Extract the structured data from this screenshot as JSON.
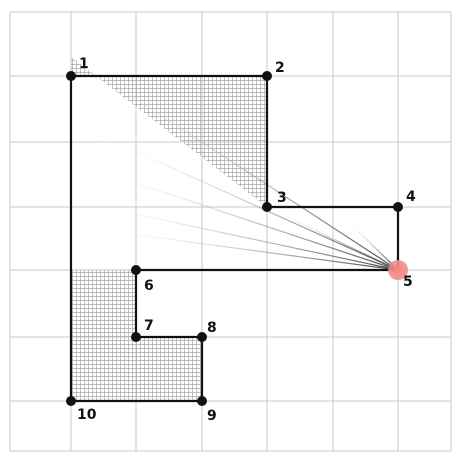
{
  "colors": {
    "background": "#ffffff",
    "grid_line": "#c8c8c8",
    "outline": "#111111",
    "vertex": "#111111",
    "hatch": "#a9a9a9",
    "viewpoint": "#f08a8a"
  },
  "grid": {
    "columns": 7,
    "rows": 7
  },
  "vertices": [
    {
      "id": 1,
      "label": "1",
      "col": 1,
      "row": 1
    },
    {
      "id": 2,
      "label": "2",
      "col": 4,
      "row": 1
    },
    {
      "id": 3,
      "label": "3",
      "col": 4,
      "row": 3
    },
    {
      "id": 4,
      "label": "4",
      "col": 6,
      "row": 3
    },
    {
      "id": 5,
      "label": "5",
      "col": 6,
      "row": 4
    },
    {
      "id": 6,
      "label": "6",
      "col": 2,
      "row": 4
    },
    {
      "id": 7,
      "label": "7",
      "col": 2,
      "row": 5
    },
    {
      "id": 8,
      "label": "8",
      "col": 3,
      "row": 5
    },
    {
      "id": 9,
      "label": "9",
      "col": 3,
      "row": 6
    },
    {
      "id": 10,
      "label": "10",
      "col": 1,
      "row": 6
    }
  ],
  "viewpoint_vertex": "5",
  "hatched_regions": [
    [
      [
        1,
        1
      ],
      [
        4,
        1
      ],
      [
        4,
        3
      ],
      [
        1,
        0.7
      ]
    ],
    [
      [
        1,
        4
      ],
      [
        2,
        4
      ],
      [
        2,
        5
      ],
      [
        3,
        5
      ],
      [
        3,
        6
      ],
      [
        1,
        6
      ]
    ]
  ],
  "sight_line_targets": [
    [
      1,
      0.7
    ],
    [
      1,
      1.7
    ],
    [
      1,
      2.3
    ],
    [
      1,
      2.9
    ],
    [
      1,
      3.3
    ],
    [
      4,
      3
    ],
    [
      5.2,
      3.2
    ],
    [
      5.5,
      3.5
    ]
  ]
}
